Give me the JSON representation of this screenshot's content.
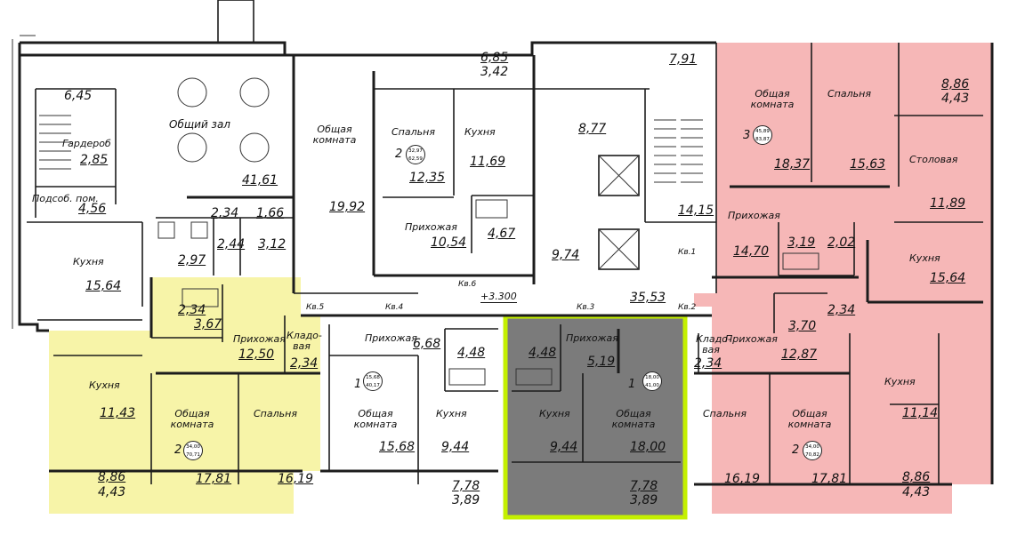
{
  "colors": {
    "yellow_unit": "#f7f4a8",
    "pink_unit": "#f6b7b7",
    "selected_unit_fill": "#7b7b7b",
    "selected_unit_border": "#c4f000",
    "wall": "#1c1c1c"
  },
  "left_block": {
    "area_645": "6,45",
    "wardrobe": "Гардероб",
    "area_285": "2,85",
    "utility": "Подсоб. пом.",
    "area_456": "4,56",
    "hall_name": "Общий зал",
    "hall_area": "41,61",
    "area_234": "2,34",
    "area_166": "1,66",
    "area_244": "2,44",
    "area_312": "3,12",
    "area_297": "2,97",
    "kitchen": "Кухня",
    "kitchen_area": "15,64"
  },
  "top_middle": {
    "living": "Общая комната",
    "living_area": "19,92",
    "bedroom": "Спальня",
    "bedroom_area": "12,35",
    "kitchen": "Кухня",
    "kitchen_area": "11,69",
    "hall": "Прихожая",
    "hall_area": "10,54",
    "bath_area": "4,67",
    "balcony_a": "6,85",
    "balcony_b": "3,42",
    "rooms": "2",
    "badge_a": "32,97",
    "badge_b": "62,59",
    "corridor_area": "8,77",
    "area_974": "9,74",
    "stair_area": "14,15",
    "balcony_791": "7,91",
    "kv6": "Кв.6",
    "level": "+3.300",
    "corridor_total": "35,53"
  },
  "apt_top_right": {
    "living": "Общая комната",
    "living_area": "18,37",
    "rooms": "3",
    "badge_a": "45,89",
    "badge_b": "83,87",
    "bedroom": "Спальня",
    "bedroom_area": "15,63",
    "balcony_a": "8,86",
    "balcony_b": "4,43",
    "dining": "Столовая",
    "dining_area": "11,89",
    "hall": "Прихожая",
    "hall_area": "14,70",
    "bath_area": "3,19",
    "wc_area": "2,02",
    "kitchen": "Кухня",
    "kitchen_area": "15,64",
    "kv1": "Кв.1"
  },
  "apt_yellow": {
    "bath_area": "2,34",
    "bath2_area": "3,67",
    "hall": "Прихожая",
    "hall_area": "12,50",
    "storage": "Кладо- вая",
    "storage_area": "2,34",
    "kitchen": "Кухня",
    "kitchen_area": "11,43",
    "living": "Общая комната",
    "living_area": "17,81",
    "bedroom": "Спальня",
    "bedroom_area": "16,19",
    "rooms": "2",
    "badge_a": "34,00",
    "badge_b": "70,71",
    "balcony_a": "8,86",
    "balcony_b": "4,43",
    "kv5": "Кв.5"
  },
  "apt_white": {
    "hall": "Прихожая",
    "hall_area": "6,68",
    "bath_area": "4,48",
    "rooms": "1",
    "badge_a": "15,68",
    "badge_b": "40,17",
    "living": "Общая комната",
    "living_area": "15,68",
    "kitchen": "Кухня",
    "kitchen_area": "9,44",
    "balcony_a": "7,78",
    "balcony_b": "3,89",
    "kv4": "Кв.4"
  },
  "apt_selected": {
    "bath_area": "4,48",
    "hall": "Прихожая",
    "hall_area": "5,19",
    "rooms": "1",
    "badge_a": "18,00",
    "badge_b": "41,00",
    "kitchen": "Кухня",
    "kitchen_area": "9,44",
    "living": "Общая комната",
    "living_area": "18,00",
    "balcony_a": "7,78",
    "balcony_b": "3,89",
    "kv3": "Кв.3"
  },
  "apt_bottom_right": {
    "storage": "Кладо- вая",
    "storage_area": "2,34",
    "hall": "Прихожая",
    "hall_area": "12,87",
    "bath_area": "3,70",
    "wc_area": "2,34",
    "kitchen": "Кухня",
    "kitchen_area": "11,14",
    "bedroom": "Спальня",
    "bedroom_area": "16,19",
    "living": "Общая комната",
    "living_area": "17,81",
    "rooms": "2",
    "badge_a": "34,00",
    "badge_b": "70,82",
    "balcony_a": "8,86",
    "balcony_b": "4,43",
    "kv2": "Кв.2"
  }
}
